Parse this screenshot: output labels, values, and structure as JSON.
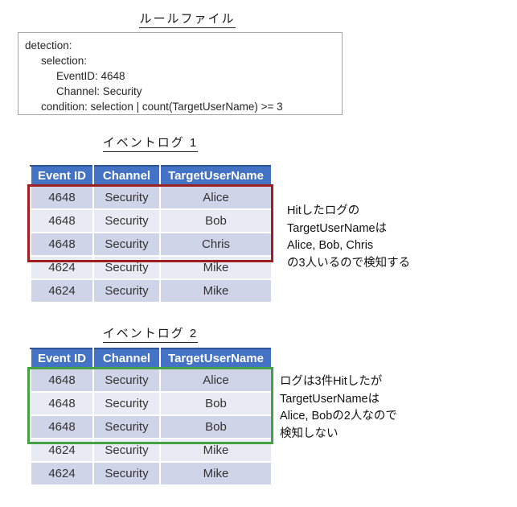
{
  "rule_file": {
    "title": "ルールファイル",
    "lines": [
      "detection:",
      "selection:",
      "EventID: 4648",
      "Channel: Security",
      "condition: selection | count(TargetUserName) >= 3"
    ]
  },
  "event_logs": [
    {
      "title": "イベントログ 1",
      "headers": [
        "Event ID",
        "Channel",
        "TargetUserName"
      ],
      "rows": [
        [
          "4648",
          "Security",
          "Alice"
        ],
        [
          "4648",
          "Security",
          "Bob"
        ],
        [
          "4648",
          "Security",
          "Chris"
        ],
        [
          "4624",
          "Security",
          "Mike"
        ],
        [
          "4624",
          "Security",
          "Mike"
        ]
      ],
      "highlighted_rows": [
        0,
        1,
        2
      ],
      "highlight_color": "#9E1F1F",
      "annotation_lines": [
        "Hitしたログの",
        "TargetUserNameは",
        "Alice, Bob, Chris",
        "の3人いるので検知する"
      ]
    },
    {
      "title": "イベントログ 2",
      "headers": [
        "Event ID",
        "Channel",
        "TargetUserName"
      ],
      "rows": [
        [
          "4648",
          "Security",
          "Alice"
        ],
        [
          "4648",
          "Security",
          "Bob"
        ],
        [
          "4648",
          "Security",
          "Bob"
        ],
        [
          "4624",
          "Security",
          "Mike"
        ],
        [
          "4624",
          "Security",
          "Mike"
        ]
      ],
      "highlighted_rows": [
        0,
        1,
        2
      ],
      "highlight_color": "#44A244",
      "annotation_lines": [
        "ログは3件Hitしたが",
        "TargetUserNameは",
        "Alice, Bobの2人なので",
        "検知しない"
      ]
    }
  ],
  "colors": {
    "table_header_bg": "#4472C4",
    "table_header_top_border": "#2F5597",
    "row_band_dark": "#CFD4E8",
    "row_band_light": "#E9EBF4",
    "highlight_red": "#9E1F1F",
    "highlight_green": "#44A244",
    "rule_box_border": "#A6A6A6"
  }
}
